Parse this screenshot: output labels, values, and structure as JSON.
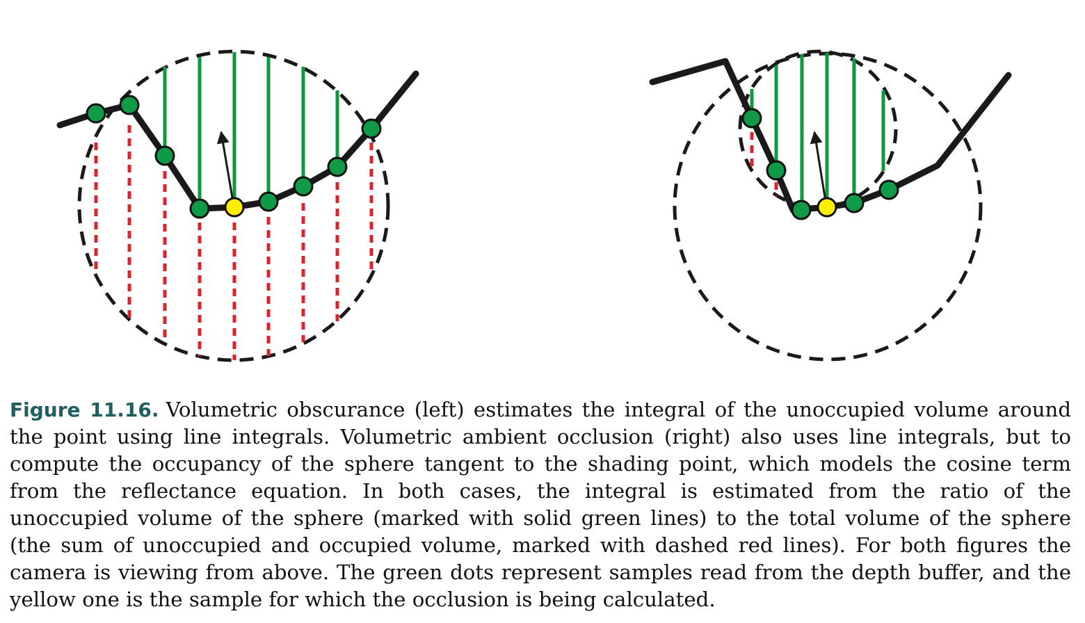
{
  "caption": {
    "label": "Figure 11.16.",
    "text": "Volumetric obscurance (left) estimates the integral of the unoccupied volume around the point using line integrals. Volumetric ambient occlusion (right) also uses line integrals, but to compute the occupancy of the sphere tangent to the shading point, which models the cosine term from the reflectance equation. In both cases, the integral is estimated from the ratio of the unoccupied volume of the sphere (marked with solid green lines) to the total volume of the sphere (the sum of unoccupied and occupied volume, marked with dashed red lines). For both figures the camera is viewing from above. The green dots represent samples read from the depth buffer, and the yellow one is the sample for which the occlusion is being calculated."
  },
  "colors": {
    "surface": "#1a1a1a",
    "unoccupied": "#0d9a3e",
    "occupied": "#d9262e",
    "sample": "#0f9a48",
    "shading_point": "#ffee00"
  },
  "panels": [
    {
      "id": "volumetric-obscurance",
      "position": "left"
    },
    {
      "id": "volumetric-ambient-occlusion",
      "position": "right"
    }
  ]
}
